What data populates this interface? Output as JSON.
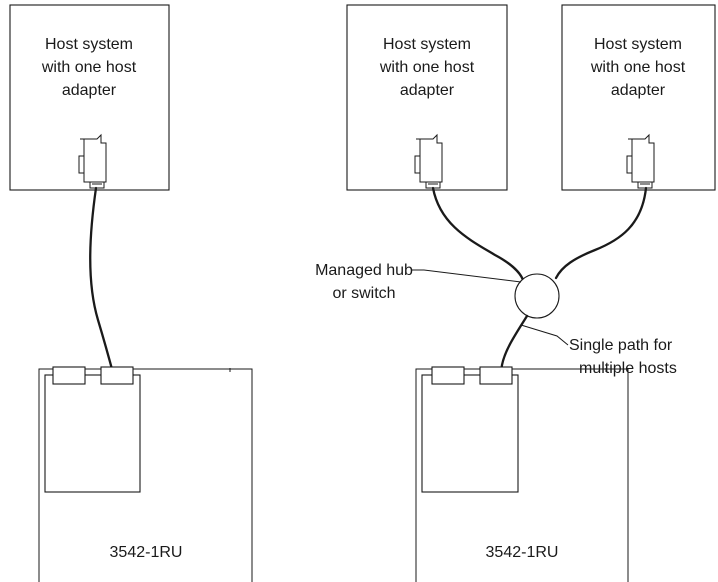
{
  "left_config": {
    "host": {
      "label_lines": [
        "Host system",
        "with one host",
        "adapter"
      ]
    },
    "storage": {
      "label": "3542-1RU"
    }
  },
  "right_config": {
    "hosts": [
      {
        "label_lines": [
          "Host system",
          "with one host",
          "adapter"
        ]
      },
      {
        "label_lines": [
          "Host system",
          "with one host",
          "adapter"
        ]
      }
    ],
    "hub": {
      "label_lines": [
        "Managed hub",
        "or switch"
      ]
    },
    "path": {
      "label_lines": [
        "Single path for",
        "multiple hosts"
      ]
    },
    "storage": {
      "label": "3542-1RU"
    }
  }
}
